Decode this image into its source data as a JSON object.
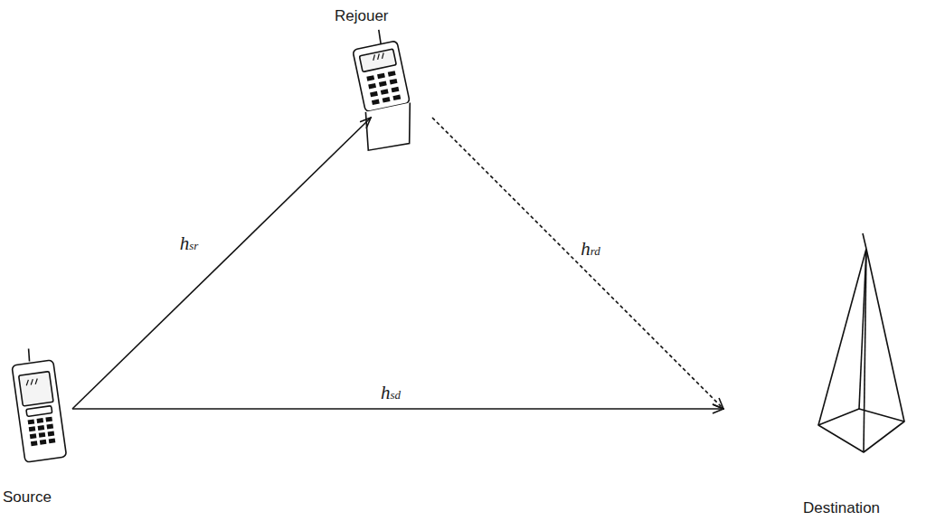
{
  "diagram": {
    "nodes": [
      {
        "text": [
          "Source"
        ]
      },
      {
        "text": [
          "Rejouer"
        ]
      },
      {
        "text": [
          "Destination"
        ]
      }
    ],
    "edges": [
      {
        "from": 0,
        "to": 1,
        "arrow": "to",
        "label": "hsr"
      },
      {
        "from": 1,
        "to": 2,
        "arrow": "to",
        "label": "hrd"
      },
      {
        "from": 0,
        "to": 2,
        "arrow": "to",
        "label": "hsd"
      }
    ]
  }
}
